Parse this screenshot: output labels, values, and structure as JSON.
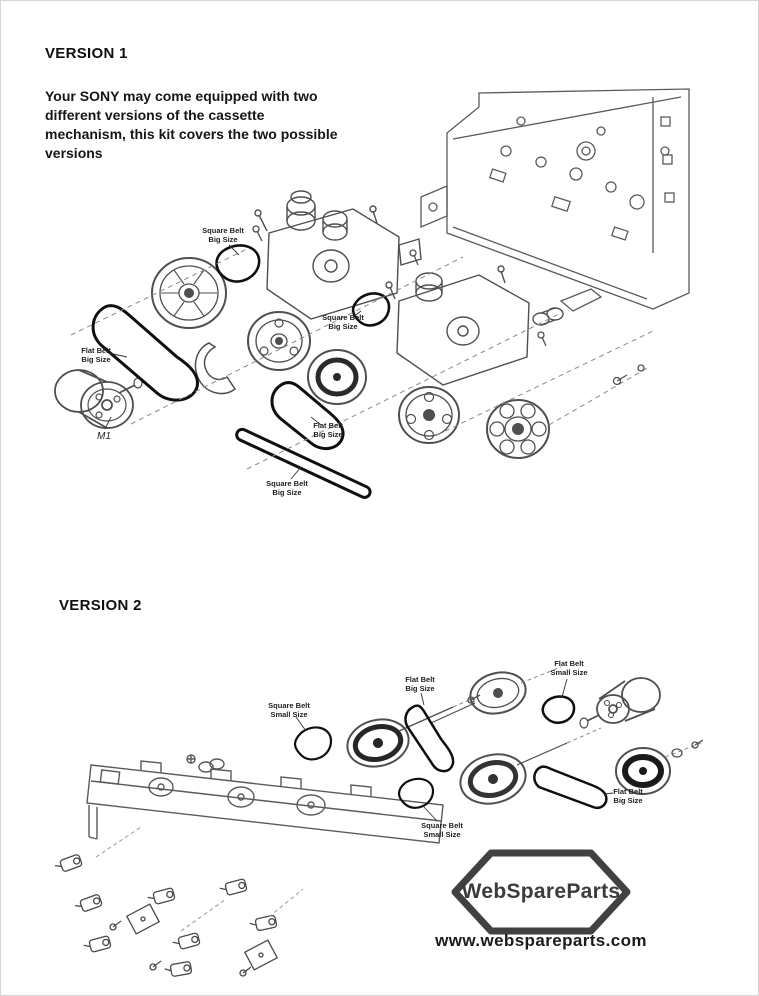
{
  "version1": {
    "heading": "VERSION 1",
    "description": "Your SONY may come equipped with two different versions of the cassette mechanism, this kit covers the two possible versions",
    "labels": [
      {
        "id": "square-belt-big-1",
        "text": "Square Belt\nBig Size"
      },
      {
        "id": "flat-belt-big-1",
        "text": "Flat Belt\nBig Size"
      },
      {
        "id": "motor-m1",
        "text": "M1"
      },
      {
        "id": "square-belt-big-2",
        "text": "Square Belt\nBig Size"
      },
      {
        "id": "flat-belt-big-2",
        "text": "Flat Belt\nBig Size"
      },
      {
        "id": "square-belt-big-3",
        "text": "Square Belt\nBig Size"
      }
    ]
  },
  "version2": {
    "heading": "VERSION 2",
    "labels": [
      {
        "id": "square-belt-small-1",
        "text": "Square Belt\nSmall Size"
      },
      {
        "id": "flat-belt-big-1",
        "text": "Flat Belt\nBig Size"
      },
      {
        "id": "flat-belt-small-1",
        "text": "Flat Belt\nSmall Size"
      },
      {
        "id": "flat-belt-big-2",
        "text": "Flat Belt\nBig Size"
      },
      {
        "id": "square-belt-small-2",
        "text": "Square Belt\nSmall Size"
      }
    ]
  },
  "footer": {
    "logo_text": "WebSpareParts",
    "url": "www.webspareparts.com"
  },
  "colors": {
    "belt": "#0f0f0f",
    "machinery": "#4f4f4f",
    "logo": "#3c3c3c"
  }
}
